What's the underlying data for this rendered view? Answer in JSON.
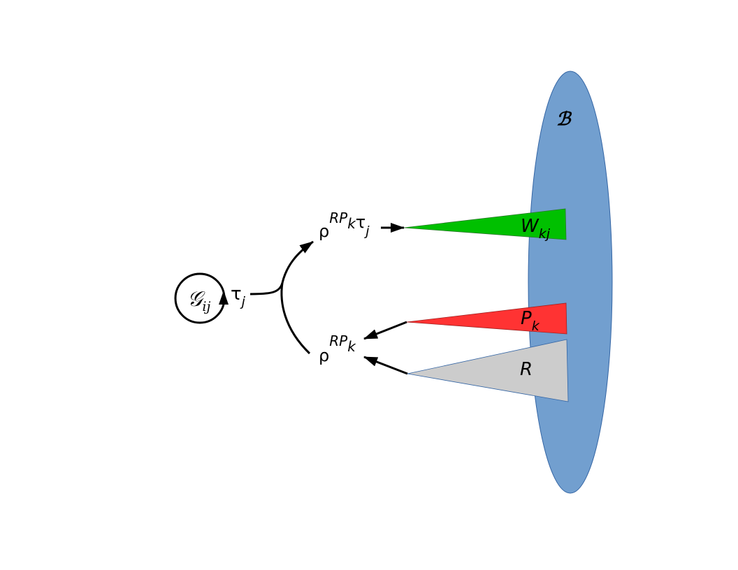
{
  "diagram": {
    "region_label": "ℬ",
    "source_node": {
      "symbol": "𝒢",
      "subscript": "ij"
    },
    "self_loop_label": {
      "base": "τ",
      "subscript": "j"
    },
    "upper_node": {
      "base": "ρ",
      "sup": "RP",
      "sup_sub": "k",
      "tail": "τ",
      "tail_sub": "j"
    },
    "lower_node": {
      "base": "ρ",
      "sup": "RP",
      "sup_sub": "k"
    },
    "wedges": [
      {
        "id": "W",
        "base": "W",
        "subscript": "kj",
        "color": "#00c000"
      },
      {
        "id": "P",
        "base": "P",
        "subscript": "k",
        "color": "#ff3333"
      },
      {
        "id": "R",
        "base": "R",
        "subscript": "",
        "color": "#cccccc"
      }
    ],
    "colors": {
      "region_fill": "#729fcf",
      "region_stroke": "#3465a4",
      "arrow": "#000000"
    }
  }
}
